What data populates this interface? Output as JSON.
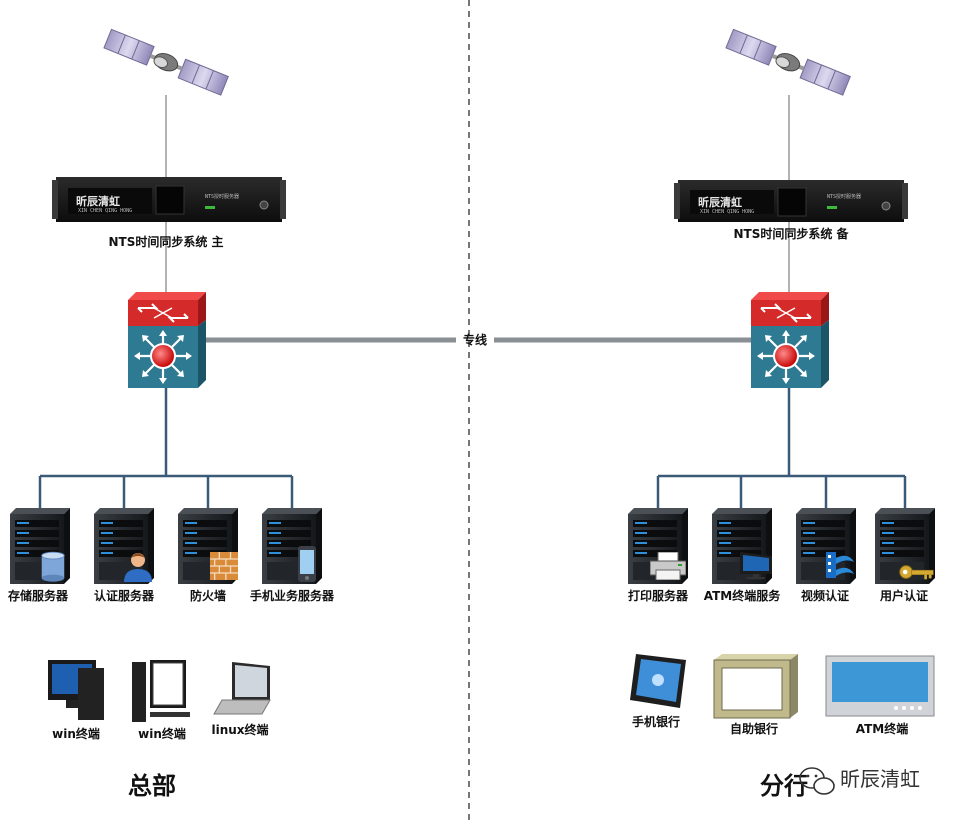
{
  "colors": {
    "connector": "#3b5a78",
    "trunk": "#8a8f94",
    "switch_top": "#d42a2a",
    "switch_body": "#2e7a92",
    "server": "#1e2225",
    "divider": "#777777"
  },
  "trunk_label": "专线",
  "headquarters": {
    "title": "总部",
    "nts_label": "NTS时间同步系统 主",
    "servers": [
      {
        "label": "存储服务器",
        "icon": "storage-cylinder-icon"
      },
      {
        "label": "认证服务器",
        "icon": "user-person-icon"
      },
      {
        "label": "防火墙",
        "icon": "firewall-brick-icon"
      },
      {
        "label": "手机业务服务器",
        "icon": "mobile-phone-icon"
      }
    ],
    "terminals": [
      {
        "label": "win终端",
        "icon": "desktop-computer-icon"
      },
      {
        "label": "win终端",
        "icon": "desktop-computer-icon"
      },
      {
        "label": "linux终端",
        "icon": "laptop-icon"
      }
    ]
  },
  "branch": {
    "title": "分行",
    "nts_label": "NTS时间同步系统 备",
    "servers": [
      {
        "label": "打印服务器",
        "icon": "printer-icon"
      },
      {
        "label": "ATM终端服务",
        "icon": "monitor-icon"
      },
      {
        "label": "视频认证",
        "icon": "film-reel-icon"
      },
      {
        "label": "用户认证",
        "icon": "key-icon"
      }
    ],
    "terminals": [
      {
        "label": "手机银行",
        "icon": "tablet-icon"
      },
      {
        "label": "自助银行",
        "icon": "kiosk-icon"
      },
      {
        "label": "ATM终端",
        "icon": "atm-screen-icon"
      }
    ]
  },
  "device": {
    "brand_name": "昕辰清虹",
    "brand_sub": "XIN CHEN QING HONG",
    "panel_text": "NTS授时服务器"
  },
  "watermark": "昕辰清虹"
}
